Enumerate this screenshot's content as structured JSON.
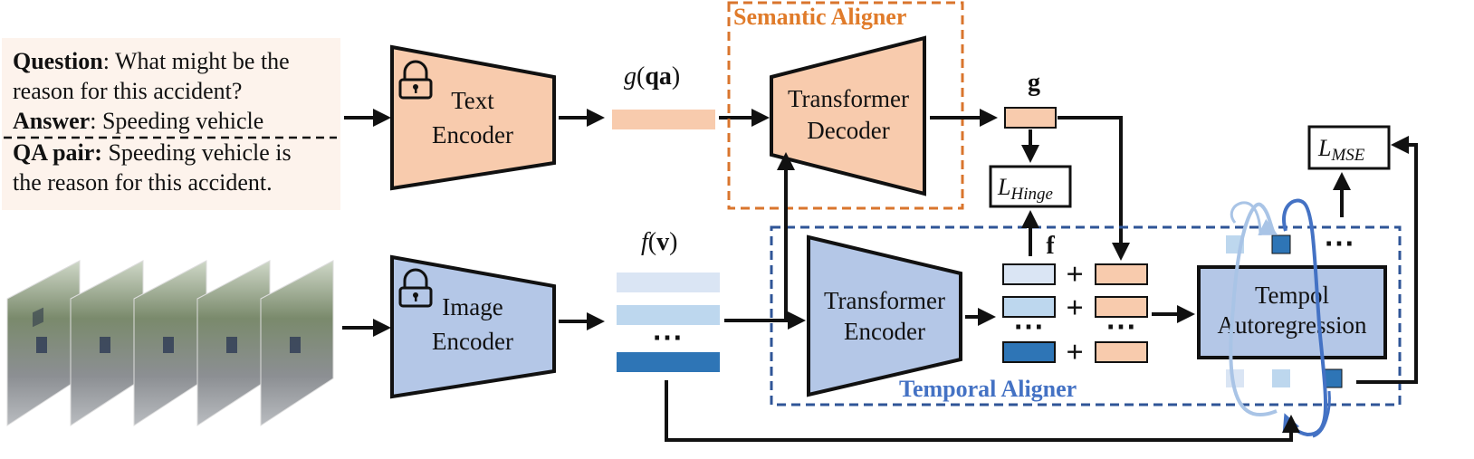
{
  "qa_box": {
    "question_label": "Question",
    "question_text_1": ": What might be the",
    "question_text_2": "reason for this accident?",
    "answer_label": "Answer",
    "answer_text": ": Speeding vehicle",
    "qa_pair_label": "QA pair:",
    "qa_pair_text_1": " Speeding vehicle is",
    "qa_pair_text_2": "the reason for this accident."
  },
  "text_encoder": {
    "line1": "Text",
    "line2": "Encoder"
  },
  "image_encoder": {
    "line1": "Image",
    "line2": "Encoder"
  },
  "transformer_decoder": {
    "line1": "Transformer",
    "line2": "Decoder"
  },
  "transformer_encoder": {
    "line1": "Transformer",
    "line2": "Encoder"
  },
  "tempol": {
    "line1": "Tempol",
    "line2": "Autoregression"
  },
  "semantic_aligner": {
    "label": "Semantic Aligner"
  },
  "temporal_aligner": {
    "label": "Temporal Aligner"
  },
  "labels": {
    "gqa_prefix": "g",
    "gqa_open": "(",
    "gqa_arg": "qa",
    "gqa_close": ")",
    "fv_prefix": "f",
    "fv_open": "(",
    "fv_arg": "v",
    "fv_close": ")",
    "g": "g",
    "f": "f",
    "plus": "+",
    "ellipsis": "⋯"
  },
  "losses": {
    "hinge_main": "L",
    "hinge_sub": "Hinge",
    "mse_main": "L",
    "mse_sub": "MSE"
  },
  "colors": {
    "orange_fill": "#f8cbad",
    "blue_fill": "#b4c7e7",
    "orange_dash": "#d9752d",
    "blue_dash": "#2f5597",
    "light_blue": "#dae5f4",
    "mid_blue": "#bdd7ee",
    "dark_blue": "#2e75b6",
    "qa_bg": "#fdf3ec"
  },
  "icons": [
    "lock-icon",
    "video-frames"
  ]
}
